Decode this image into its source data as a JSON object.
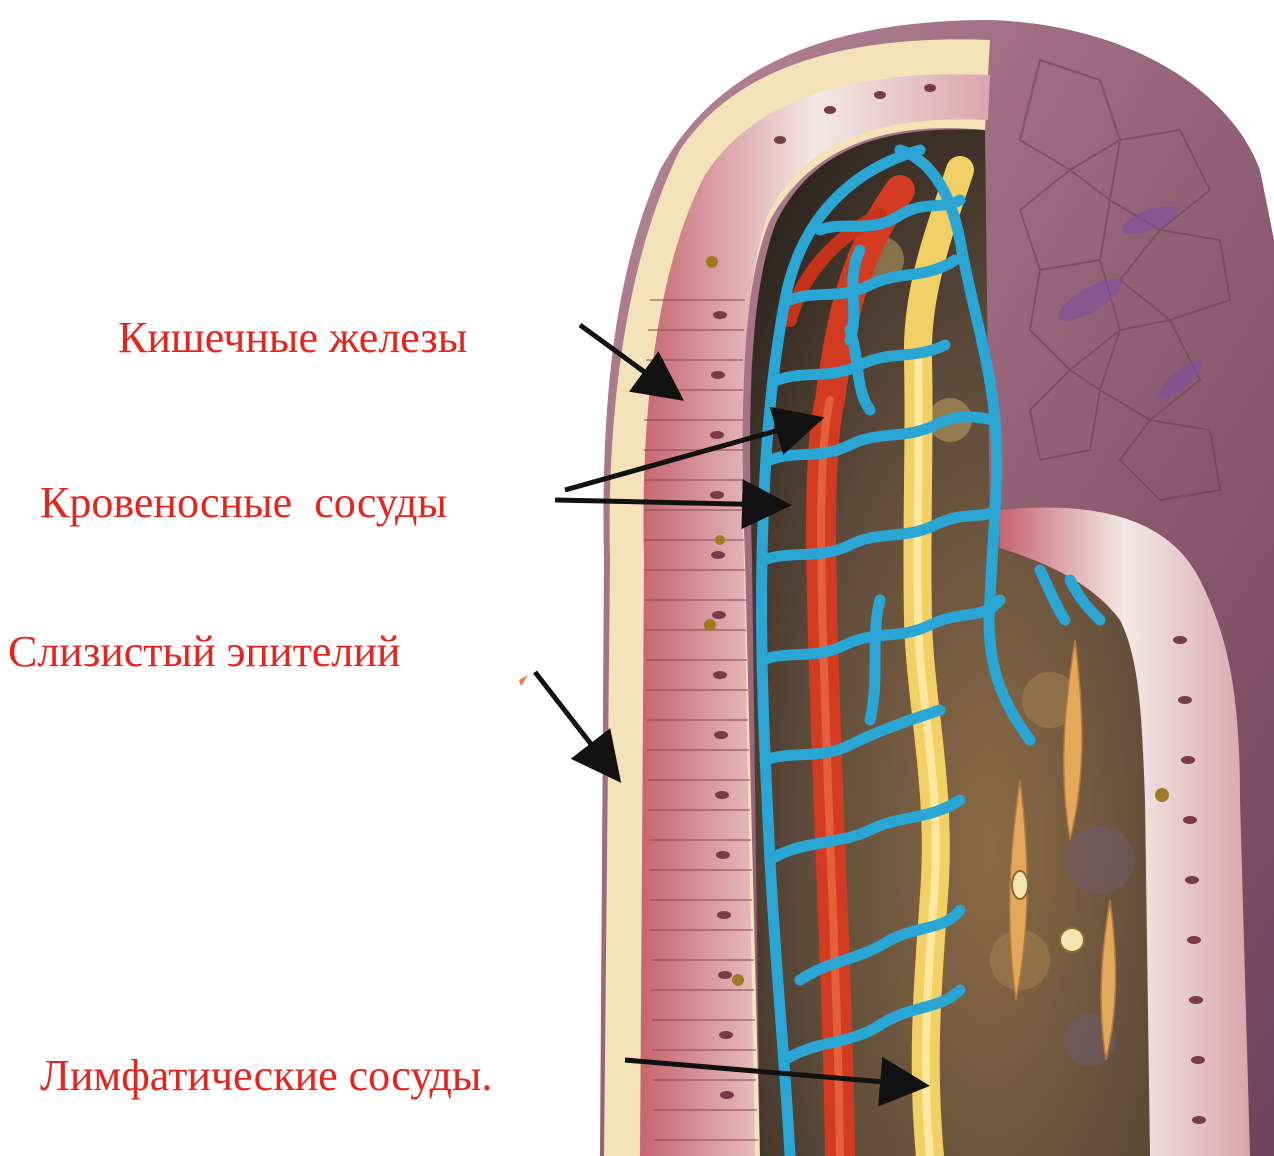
{
  "labels": {
    "intestinal_glands": "Кишечные железы",
    "blood_vessels": "Кровеносные  сосуды",
    "mucous_epithelium": "Слизистый эпителий",
    "lymphatic_vessels": "Лимфатические сосуды."
  },
  "colors": {
    "label_text": "#e8231b",
    "arrow": "#111111",
    "epithelium": "#c98a93",
    "submucosa": "#f3e3b8",
    "surface": "#8c5a6e",
    "capillary_network": "#2aa6d4",
    "artery": "#d23b1f",
    "lacteal": "#f2d066",
    "connective_tissue": "#7a5a3a"
  },
  "illustration": {
    "subject": "intestinal villus cross-section",
    "icon": "villus-illustration"
  }
}
